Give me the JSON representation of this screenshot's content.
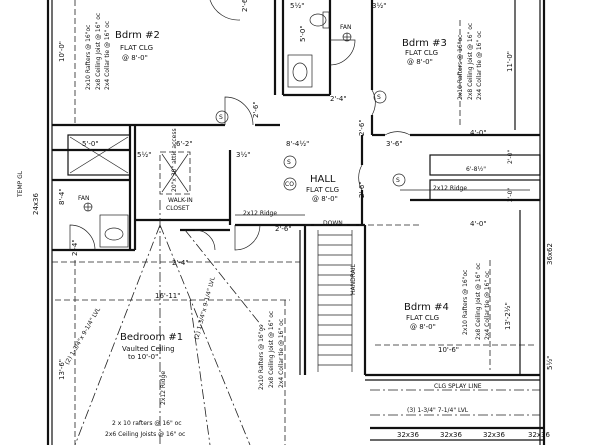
{
  "rooms": {
    "bdrm2": {
      "name": "Bdrm #2",
      "clg": "FLAT CLG",
      "height": "@ 8'-0\""
    },
    "bdrm3": {
      "name": "Bdrm #3",
      "clg": "FLAT CLG",
      "height": "@ 8'-0\""
    },
    "bdrm4": {
      "name": "Bdrm #4",
      "clg": "FLAT CLG",
      "height": "@ 8'-0\""
    },
    "hall": {
      "name": "HALL",
      "clg": "FLAT CLG",
      "height": "@ 8'-0\""
    },
    "bedroom1": {
      "name": "Bedroom #1",
      "clg": "Vaulted Ceiling",
      "height": "to 10'-0\""
    },
    "walkin": {
      "name": "WALK-IN",
      "sub": "CLOSET"
    }
  },
  "framing": {
    "rafters_16": "2x10 Rafters @ 16\"oc",
    "joist_16": "2x8 Ceiling Joist @ 16\" oc",
    "collar_16": "2x4 Collar tie @ 16\" oc",
    "ridge": "2x12 Ridge",
    "rafters_b1": "2 x 10 rafters @ 16\" oc",
    "joists_b1": "2x6 Ceiling Joists @ 16\" oc",
    "lvl_a": "(2) 1-3/4\"x 9-1/4\" LVL",
    "lvl_b": "(3) 1-3/4\" 7-1/4\" LVL",
    "splay": "CLG SPLAY LINE",
    "handrail": "HANDRAIL",
    "down": "DOWN",
    "temp_gl": "TEMP GL",
    "attic": "20\"x 30\" attic access"
  },
  "dims": {
    "d10_0": "10'-0\"",
    "d11_0": "11'-0\"",
    "d5_0": "5'-0\"",
    "d6_2": "6'-2\"",
    "d5_half": "5½\"",
    "d3_half": "3½\"",
    "d8_4half": "8'-4½\"",
    "d2_6": "2'-6\"",
    "d3_6": "3'-6\"",
    "d4_0": "4'-0\"",
    "d6_8half": "6'-8½\"",
    "d2_0": "2'-0\"",
    "d2_4": "2'-4\"",
    "d8_4": "8'-4\"",
    "d24x36": "24x36",
    "d36x62": "36x62",
    "d16_11": "16'-11\"",
    "d10_6": "10'-6\"",
    "d13_2half": "13'-2½\"",
    "d13_6": "13'-6\"",
    "d32x36": "32x36",
    "d5_0b": "5'-0\"",
    "d2_6b": "2'-6\"",
    "d2_6c": "2'-6\"",
    "d2_4b": "2'-4\""
  },
  "fixtures": {
    "fan": "FAN",
    "smoke": "S",
    "co": "CO"
  }
}
